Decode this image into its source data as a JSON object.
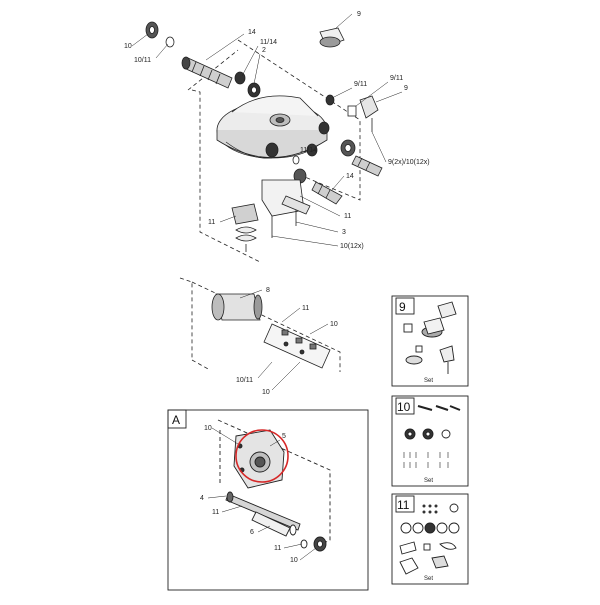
{
  "colors": {
    "line": "#222222",
    "part_light": "#e6e6e6",
    "part_mid": "#9a9a9a",
    "part_dark": "#3a3a3a",
    "highlight": "#d62828"
  },
  "labels": {
    "l9_top": "9",
    "l10_a": "10",
    "l10_11_a": "10/11",
    "l14_a": "14",
    "l11_14_a": "11/14",
    "l2": "2",
    "l9_11_a": "9/11",
    "l9_11_b": "9/11",
    "l9_a": "9",
    "l11_14_b": "11/14",
    "l9_2x": "9(2x)/10(12x)",
    "l14_b": "14",
    "l11_a": "11",
    "l11_b": "11",
    "l3": "3",
    "l10_12x": "10(12x)",
    "l8": "8",
    "l11_c": "11",
    "l10_b": "10",
    "l10_11_b": "10/11",
    "l10_c": "10",
    "l10_d": "10",
    "l5": "5",
    "l4": "4",
    "l11_d": "11",
    "l6": "6",
    "l11_e": "11",
    "l10_e": "10"
  },
  "inset_a": {
    "title": "A"
  },
  "sets": [
    {
      "number": "9",
      "caption": "Set"
    },
    {
      "number": "10",
      "caption": "Set"
    },
    {
      "number": "11",
      "caption": "Set"
    }
  ]
}
